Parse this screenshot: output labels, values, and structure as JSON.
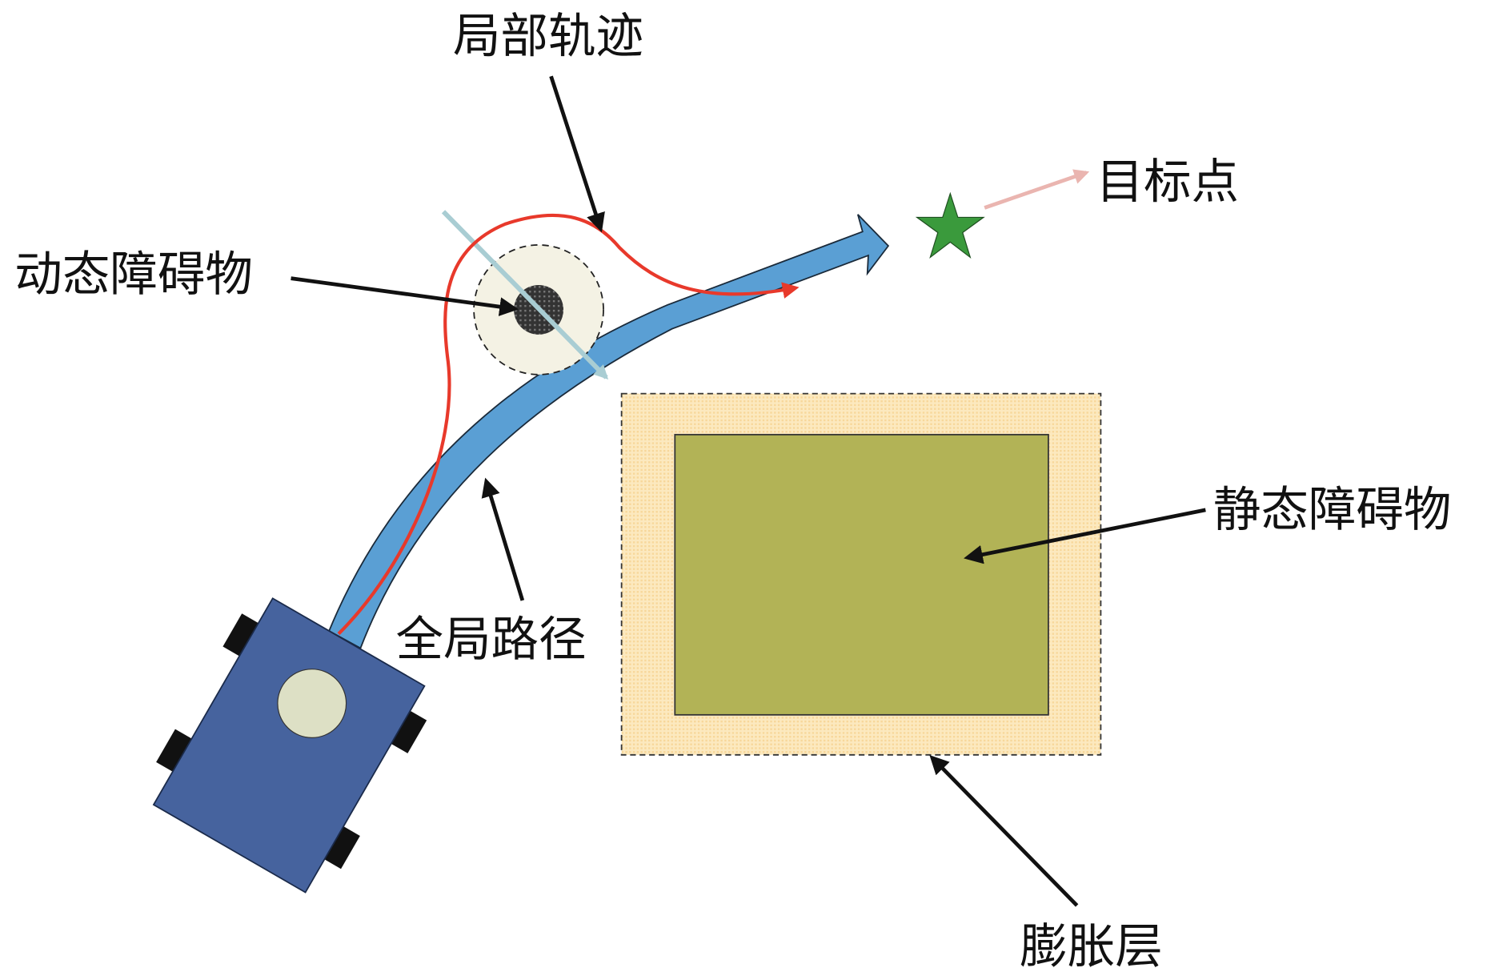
{
  "labels": {
    "local_trajectory": "局部轨迹",
    "goal_point": "目标点",
    "dynamic_obstacle": "动态障碍物",
    "static_obstacle": "静态障碍物",
    "global_path": "全局路径",
    "inflation_layer": "膨胀层"
  },
  "colors": {
    "robot": "#46639e",
    "global_path": "#5a9fd4",
    "local_trajectory": "#e8392b",
    "goal_star": "#3a9a3c",
    "static_obstacle": "#b2b356",
    "inflation_layer": "#fce9bf"
  }
}
